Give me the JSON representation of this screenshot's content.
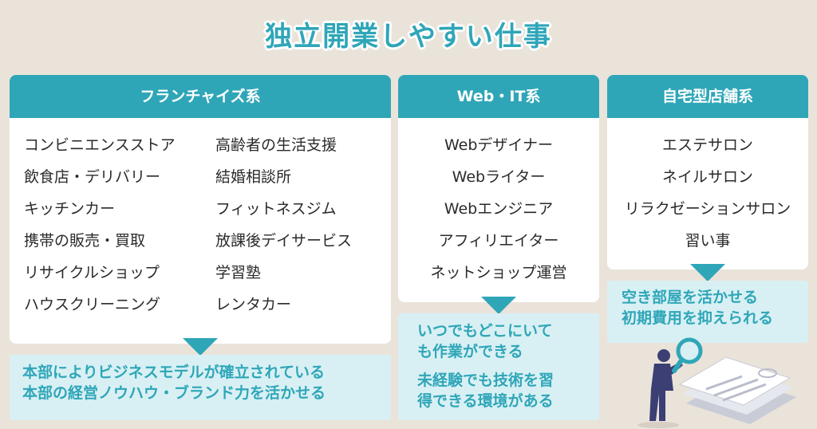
{
  "title": "独立開業しやすい仕事",
  "franchise": {
    "header": "フランチャイズ系",
    "col1": [
      "コンビニエンスストア",
      "飲食店・デリバリー",
      "キッチンカー",
      "携帯の販売・買取",
      "リサイクルショップ",
      "ハウスクリーニング"
    ],
    "col2": [
      "高齢者の生活支援",
      "結婚相談所",
      "フィットネスジム",
      "放課後デイサービス",
      "学習塾",
      "レンタカー"
    ],
    "note": [
      "本部によりビジネスモデルが確立されている",
      "本部の経営ノウハウ・ブランド力を活かせる"
    ]
  },
  "webit": {
    "header": "Web・IT系",
    "items": [
      "Webデザイナー",
      "Webライター",
      "Webエンジニア",
      "アフィリエイター",
      "ネットショップ運営"
    ],
    "note1": [
      "いつでもどこにいて",
      "も作業ができる"
    ],
    "note2": [
      "未経験でも技術を習",
      "得できる環境がある"
    ]
  },
  "home": {
    "header": "自宅型店舗系",
    "items": [
      "エステサロン",
      "ネイルサロン",
      "リラクゼーションサロン",
      "習い事"
    ],
    "note": [
      "空き部屋を活かせる",
      "初期費用を抑えられる"
    ]
  },
  "colors": {
    "accent": "#2fa6b8",
    "note_bg": "#d8f0f4",
    "page_bg": "#eae3da"
  },
  "icons": [
    "magnifier-icon",
    "person-illustration",
    "documents-illustration"
  ]
}
